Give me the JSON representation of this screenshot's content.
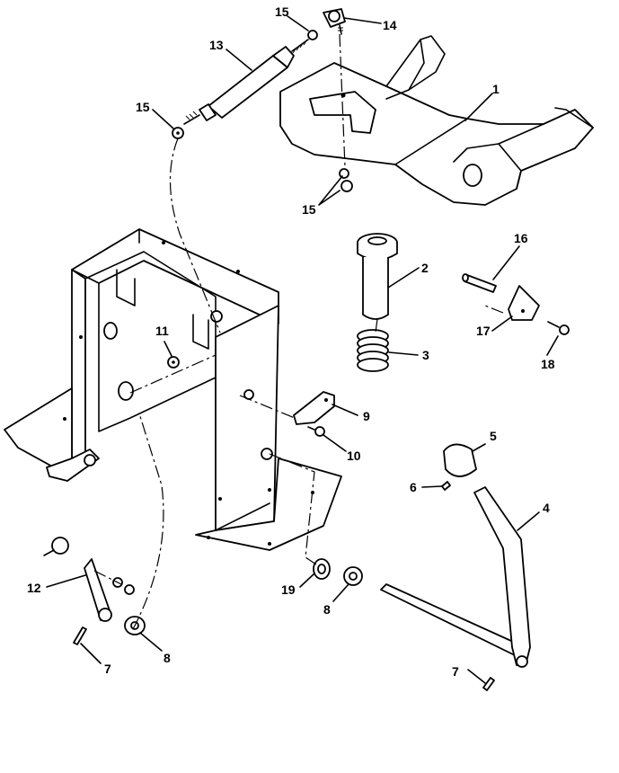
{
  "diagram": {
    "type": "exploded parts diagram",
    "colors": {
      "ink": "#000000",
      "paper": "#ffffff"
    },
    "callouts": [
      {
        "id": "c1",
        "label": "1"
      },
      {
        "id": "c2",
        "label": "2"
      },
      {
        "id": "c3",
        "label": "3"
      },
      {
        "id": "c4",
        "label": "4"
      },
      {
        "id": "c5",
        "label": "5"
      },
      {
        "id": "c6",
        "label": "6"
      },
      {
        "id": "c7a",
        "label": "7"
      },
      {
        "id": "c7b",
        "label": "7"
      },
      {
        "id": "c8a",
        "label": "8"
      },
      {
        "id": "c8b",
        "label": "8"
      },
      {
        "id": "c9",
        "label": "9"
      },
      {
        "id": "c10",
        "label": "10"
      },
      {
        "id": "c11",
        "label": "11"
      },
      {
        "id": "c12",
        "label": "12"
      },
      {
        "id": "c13",
        "label": "13"
      },
      {
        "id": "c14",
        "label": "14"
      },
      {
        "id": "c15a",
        "label": "15"
      },
      {
        "id": "c15b",
        "label": "15"
      },
      {
        "id": "c15c",
        "label": "15"
      },
      {
        "id": "c16",
        "label": "16"
      },
      {
        "id": "c17",
        "label": "17"
      },
      {
        "id": "c18",
        "label": "18"
      },
      {
        "id": "c19",
        "label": "19"
      }
    ]
  }
}
